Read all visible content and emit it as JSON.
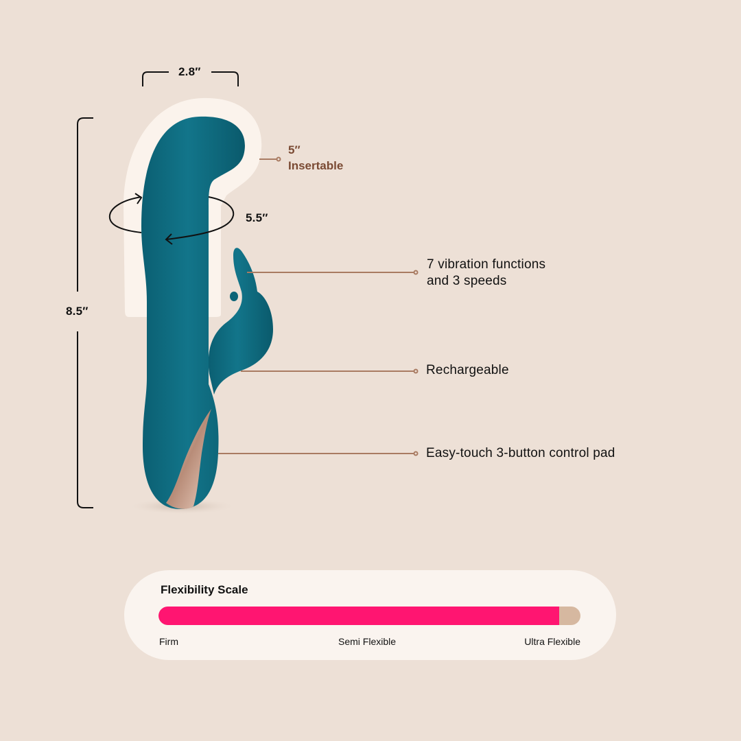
{
  "colors": {
    "background": "#ede0d6",
    "product_teal": "#0e6c80",
    "highlight_glow": "#fbf3ec",
    "leader_line": "#a97b62",
    "insertable_text": "#7a4a33",
    "scale_fill": "#ff1571",
    "scale_track": "#d6b8a0",
    "scale_card": "#faf4ef",
    "metal_accent": "#c9a28f"
  },
  "dimensions": {
    "width": "2.8″",
    "length": "8.5″",
    "circumference": "5.5″",
    "insertable_value": "5″",
    "insertable_label": "Insertable"
  },
  "features": [
    {
      "line1": "7 vibration functions",
      "line2": "and 3 speeds"
    },
    {
      "line1": "Rechargeable"
    },
    {
      "line1": "Easy-touch 3-button control pad"
    }
  ],
  "flexibility": {
    "title": "Flexibility Scale",
    "level": 0.95,
    "labels": [
      "Firm",
      "Semi Flexible",
      "Ultra Flexible"
    ]
  },
  "icons": {
    "rotation_arrow": "circular-arrow-icon",
    "leader_dot": "leader-dot-icon"
  }
}
